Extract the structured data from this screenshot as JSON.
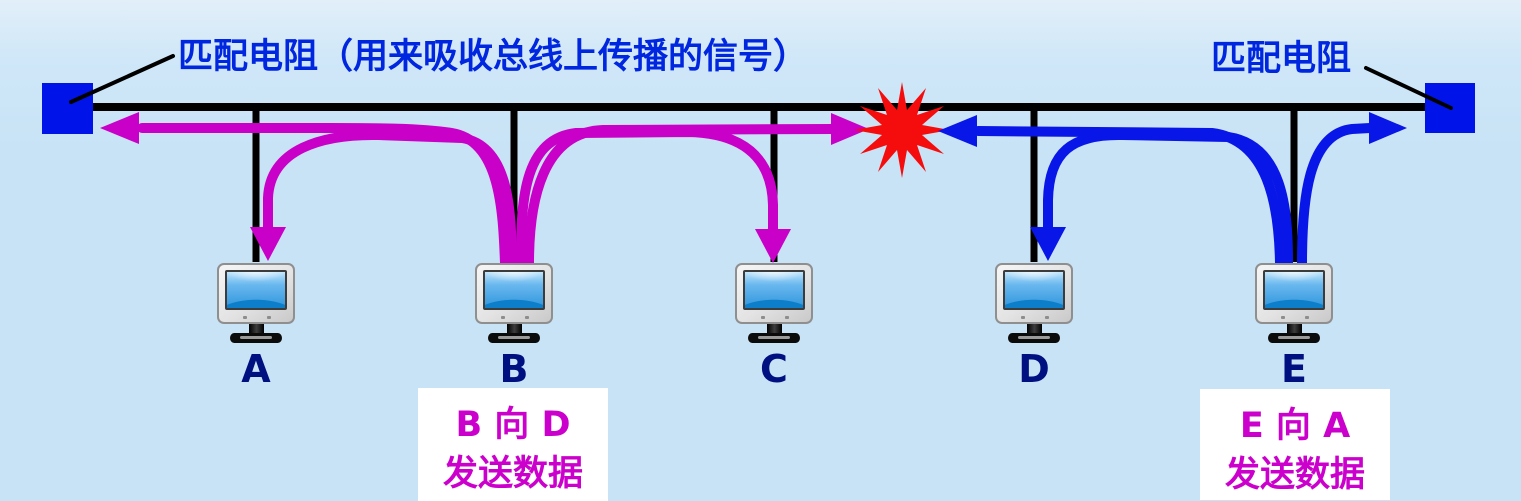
{
  "diagram": {
    "labels": {
      "left_resistor": "匹配电阻（用来吸收总线上传播的信号）",
      "right_resistor": "匹配电阻"
    },
    "nodes": [
      {
        "id": "A",
        "label": "A"
      },
      {
        "id": "B",
        "label": "B"
      },
      {
        "id": "C",
        "label": "C"
      },
      {
        "id": "D",
        "label": "D"
      },
      {
        "id": "E",
        "label": "E"
      }
    ],
    "callouts": {
      "b_to_d": {
        "line1": "B 向 D",
        "line2": "发送数据"
      },
      "e_to_a": {
        "line1": "E 向 A",
        "line2": "发送数据"
      }
    },
    "colors": {
      "background": "#c8e3f6",
      "bus_line": "#000000",
      "terminator_block": "#0013e8",
      "resistor_label_text": "#0026df",
      "node_letter_text": "#001080",
      "b_signal_magenta": "#c800c8",
      "e_signal_blue": "#0916e8",
      "collision_red": "#f50d0d",
      "callout_text": "#cc00cc",
      "callout_background": "#ffffff"
    }
  }
}
